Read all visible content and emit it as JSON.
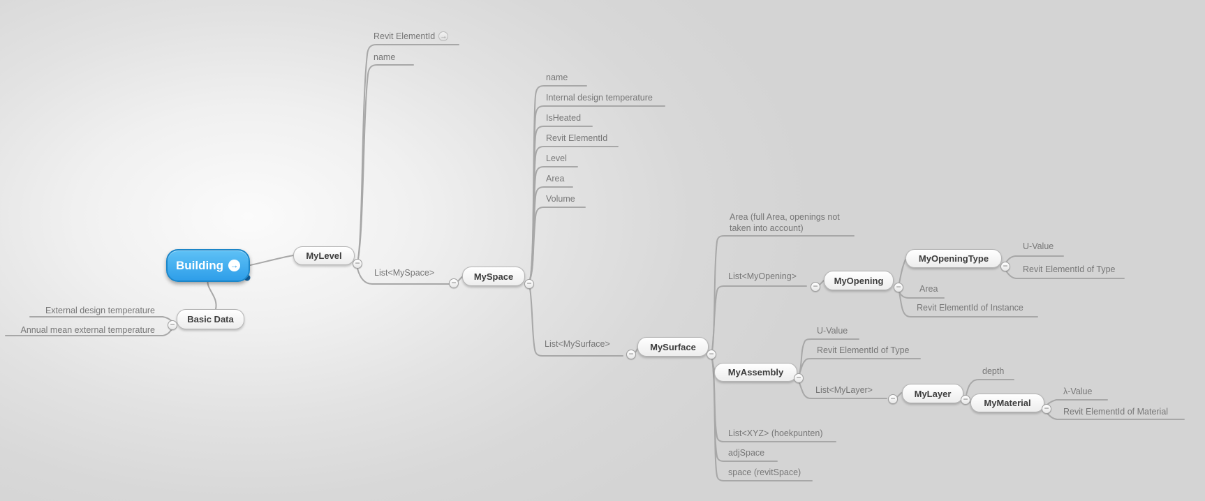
{
  "app": {
    "type": "mind-map-canvas"
  },
  "colors": {
    "background": "#d6d6d6",
    "branch_line": "#a7a7a7",
    "leaf_text": "#767676",
    "node_text": "#3c3c3c",
    "root_fill_top": "#5ec1f6",
    "root_fill_bottom": "#2e9ee9",
    "root_border": "#1d86c8",
    "node_border": "#b3b3b3",
    "root_handle_dot": "#1668a8"
  },
  "icons": {
    "minus": "−",
    "root_arrow": "→",
    "link_arrow": "→"
  },
  "mindmap": {
    "root": {
      "label": "Building",
      "type": "root",
      "children": [
        {
          "label": "MyLevel",
          "type": "node",
          "children": [
            {
              "label": "Revit ElementId",
              "type": "leaf",
              "has_link_icon": true
            },
            {
              "label": "name",
              "type": "leaf"
            },
            {
              "label": "List<MySpace>",
              "type": "leaf-branch",
              "children": [
                {
                  "label": "MySpace",
                  "type": "node",
                  "children": [
                    {
                      "label": "name",
                      "type": "leaf"
                    },
                    {
                      "label": "Internal design temperature",
                      "type": "leaf"
                    },
                    {
                      "label": "IsHeated",
                      "type": "leaf"
                    },
                    {
                      "label": "Revit ElementId",
                      "type": "leaf"
                    },
                    {
                      "label": "Level",
                      "type": "leaf"
                    },
                    {
                      "label": "Area",
                      "type": "leaf"
                    },
                    {
                      "label": "Volume",
                      "type": "leaf"
                    },
                    {
                      "label": "List<MySurface>",
                      "type": "leaf-branch",
                      "children": [
                        {
                          "label": "MySurface",
                          "type": "node",
                          "children": [
                            {
                              "label": "Area (full Area, openings not taken into account)",
                              "type": "leaf"
                            },
                            {
                              "label": "List<MyOpening>",
                              "type": "leaf-branch",
                              "children": [
                                {
                                  "label": "MyOpening",
                                  "type": "node",
                                  "children": [
                                    {
                                      "label": "MyOpeningType",
                                      "type": "node",
                                      "children": [
                                        {
                                          "label": "U-Value",
                                          "type": "leaf"
                                        },
                                        {
                                          "label": "Revit ElementId of Type",
                                          "type": "leaf"
                                        }
                                      ]
                                    },
                                    {
                                      "label": "Area",
                                      "type": "leaf"
                                    },
                                    {
                                      "label": "Revit ElementId of Instance",
                                      "type": "leaf"
                                    }
                                  ]
                                }
                              ]
                            },
                            {
                              "label": "MyAssembly",
                              "type": "node",
                              "children": [
                                {
                                  "label": "U-Value",
                                  "type": "leaf"
                                },
                                {
                                  "label": "Revit ElementId of Type",
                                  "type": "leaf"
                                },
                                {
                                  "label": "List<MyLayer>",
                                  "type": "leaf-branch",
                                  "children": [
                                    {
                                      "label": "MyLayer",
                                      "type": "node",
                                      "children": [
                                        {
                                          "label": "depth",
                                          "type": "leaf"
                                        },
                                        {
                                          "label": "MyMaterial",
                                          "type": "node",
                                          "children": [
                                            {
                                              "label": "λ-Value",
                                              "type": "leaf"
                                            },
                                            {
                                              "label": "Revit ElementId of Material",
                                              "type": "leaf"
                                            }
                                          ]
                                        }
                                      ]
                                    }
                                  ]
                                }
                              ]
                            },
                            {
                              "label": "List<XYZ> (hoekpunten)",
                              "type": "leaf"
                            },
                            {
                              "label": "adjSpace",
                              "type": "leaf"
                            },
                            {
                              "label": "space (revitSpace)",
                              "type": "leaf"
                            }
                          ]
                        }
                      ]
                    }
                  ]
                }
              ]
            }
          ]
        },
        {
          "label": "Basic Data",
          "type": "node",
          "direction": "left",
          "children": [
            {
              "label": "External design temperature",
              "type": "leaf"
            },
            {
              "label": "Annual mean external temperature",
              "type": "leaf"
            }
          ]
        }
      ]
    }
  }
}
